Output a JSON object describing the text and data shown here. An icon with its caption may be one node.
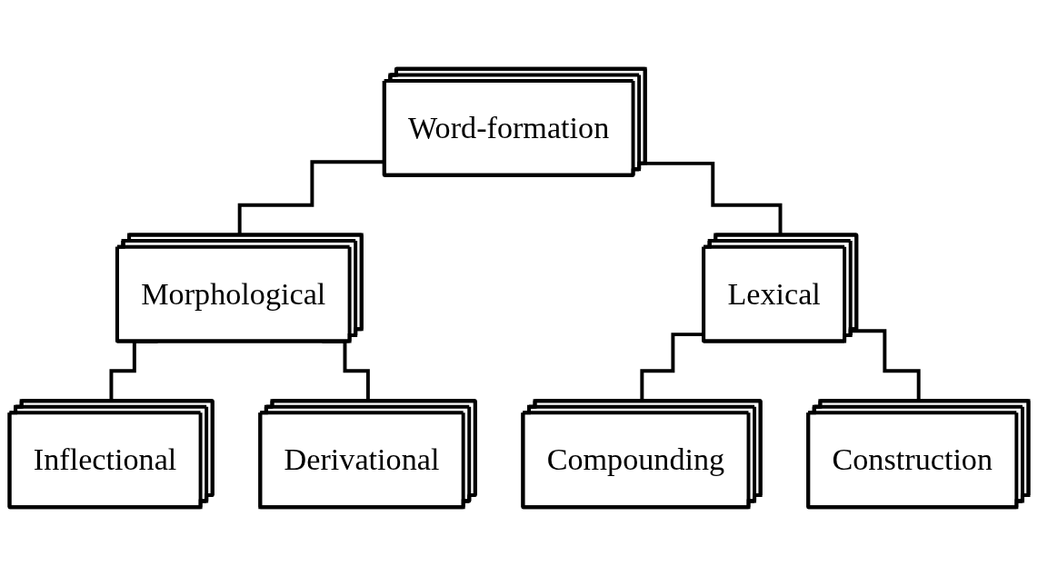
{
  "diagram": {
    "nodes": [
      {
        "text": [
          "Word-formation"
        ]
      },
      {
        "text": [
          "Morphological"
        ]
      },
      {
        "text": [
          "Lexical"
        ]
      },
      {
        "text": [
          "Inflectional"
        ]
      },
      {
        "text": [
          "Derivational"
        ]
      },
      {
        "text": [
          "Compounding"
        ]
      },
      {
        "text": [
          "Construction"
        ]
      }
    ],
    "edges": [
      {
        "from": 0,
        "to": 1,
        "arrow": "none"
      },
      {
        "from": 0,
        "to": 2,
        "arrow": "none"
      },
      {
        "from": 1,
        "to": 3,
        "arrow": "none"
      },
      {
        "from": 1,
        "to": 4,
        "arrow": "none"
      },
      {
        "from": 2,
        "to": 5,
        "arrow": "none"
      },
      {
        "from": 2,
        "to": 6,
        "arrow": "none"
      }
    ]
  }
}
